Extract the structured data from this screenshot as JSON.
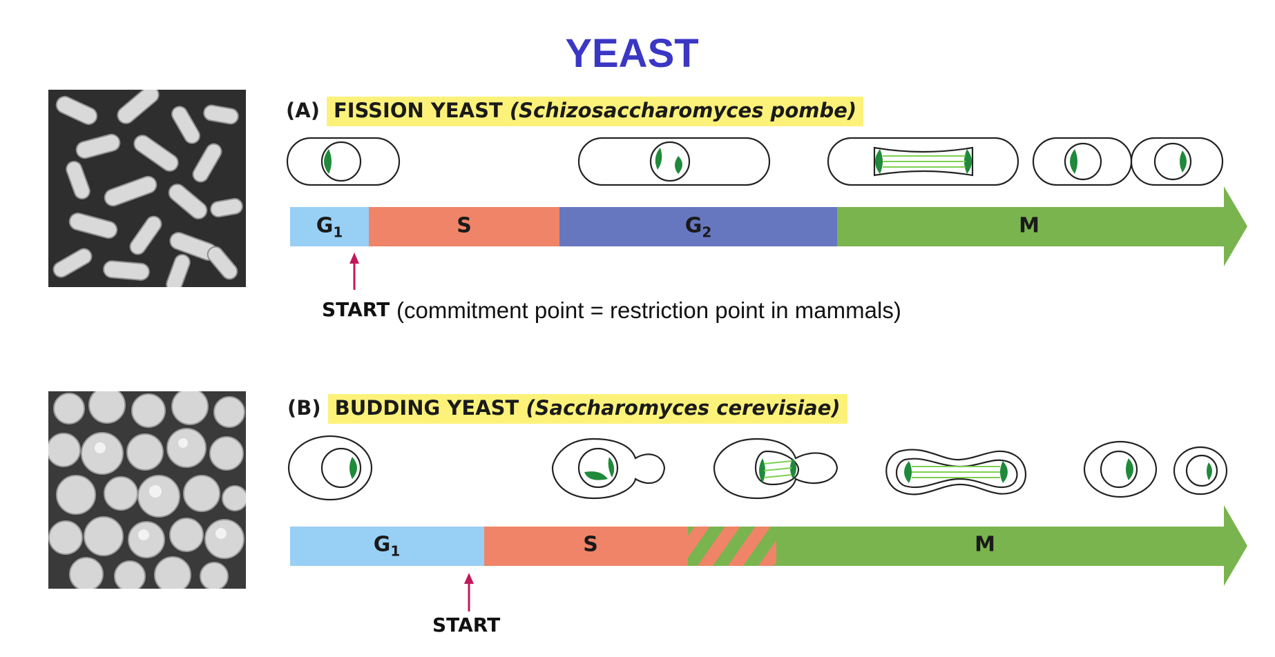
{
  "title": "YEAST",
  "panel_a": {
    "letter": "(A)",
    "name": "FISSION YEAST",
    "species": "(Schizosaccharomyces pombe)",
    "phases": [
      {
        "label": "G",
        "sub": "1",
        "color": "#98cff5"
      },
      {
        "label": "S",
        "sub": "",
        "color": "#ef8468"
      },
      {
        "label": "G",
        "sub": "2",
        "color": "#6677c0"
      },
      {
        "label": "M",
        "sub": "",
        "color": "#7ab44e"
      }
    ],
    "start_label": "START",
    "note": "(commitment point = restriction point in mammals)"
  },
  "panel_b": {
    "letter": "(B)",
    "name": "BUDDING YEAST",
    "species": "(Saccharomyces cerevisiae)",
    "phases": [
      {
        "label": "G",
        "sub": "1",
        "color": "#98cff5"
      },
      {
        "label": "S",
        "sub": "",
        "color": "#ef8468"
      },
      {
        "label": "M",
        "sub": "",
        "color": "#7ab44e"
      }
    ],
    "start_label": "START"
  },
  "colors": {
    "title": "#3a37c4",
    "label_band": "#fcf27a",
    "start_arrow": "#c2185b",
    "nucleus_green": "#1f8a3a",
    "spindle": "#7bd04f"
  },
  "icons": [
    "fission-yeast-micrograph",
    "budding-yeast-micrograph"
  ]
}
